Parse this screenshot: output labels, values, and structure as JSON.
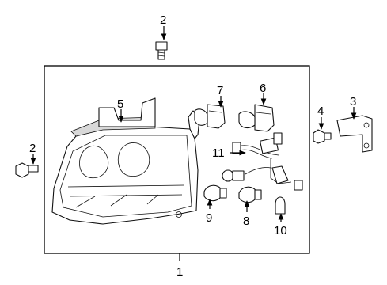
{
  "diagram": {
    "callouts": {
      "c1": "1",
      "c2_top": "2",
      "c2_left": "2",
      "c3": "3",
      "c4": "4",
      "c5": "5",
      "c6": "6",
      "c7": "7",
      "c8": "8",
      "c9": "9",
      "c10": "10",
      "c11": "11"
    }
  }
}
